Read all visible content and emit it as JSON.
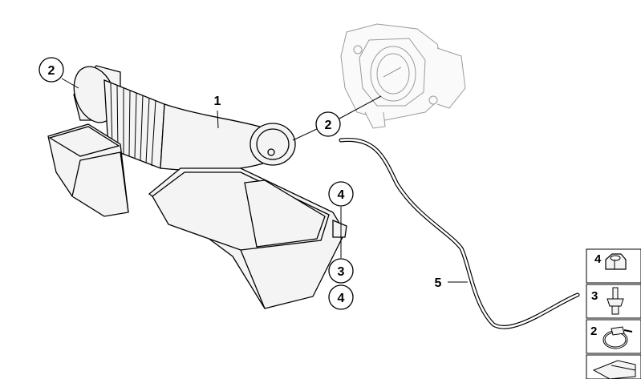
{
  "callouts": {
    "c2_left": "2",
    "c1": "1",
    "c2_center": "2",
    "c4_upper": "4",
    "c3": "3",
    "c4_lower": "4",
    "c5": "5"
  },
  "legend": {
    "items": [
      {
        "number": "4",
        "icon": "nut-icon"
      },
      {
        "number": "3",
        "icon": "bolt-icon"
      },
      {
        "number": "2",
        "icon": "hose-clamp-icon"
      },
      {
        "number": "",
        "icon": "gasket-icon"
      }
    ]
  }
}
